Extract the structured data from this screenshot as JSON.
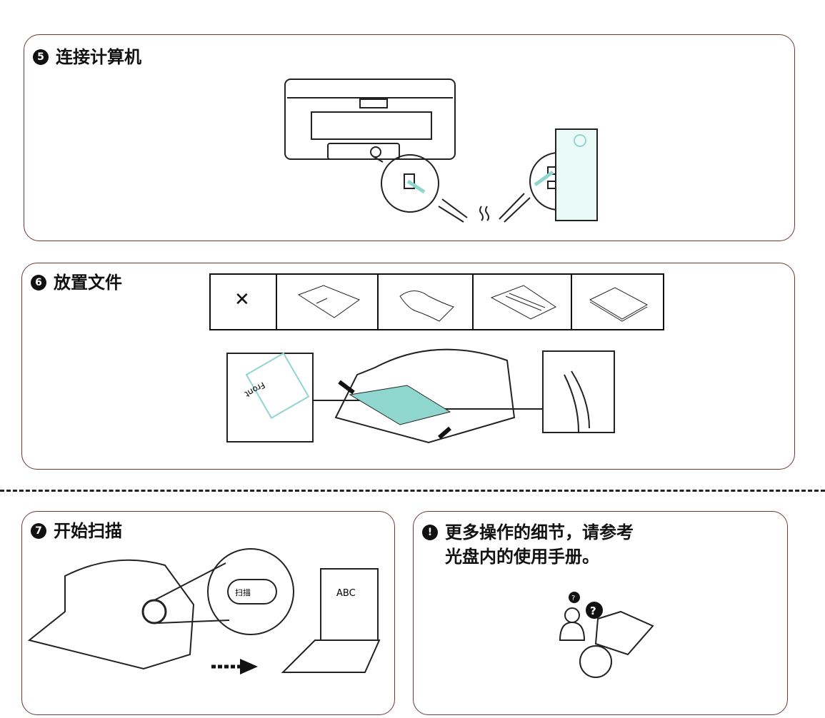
{
  "sections": [
    {
      "number": "5",
      "title": "连接计算机"
    },
    {
      "number": "6",
      "title": "放置文件"
    },
    {
      "number": "7",
      "title": "开始扫描",
      "button_label": "扫描",
      "screen_text": "ABC"
    },
    {
      "number": "!",
      "title_line1": "更多操作的细节，请参考",
      "title_line2": "光盘内的使用手册。"
    }
  ],
  "doc_card_text": "Front",
  "not_allowed_mark": "✕",
  "colors": {
    "border": "#6b3b35",
    "accent": "#8fd6cf"
  }
}
